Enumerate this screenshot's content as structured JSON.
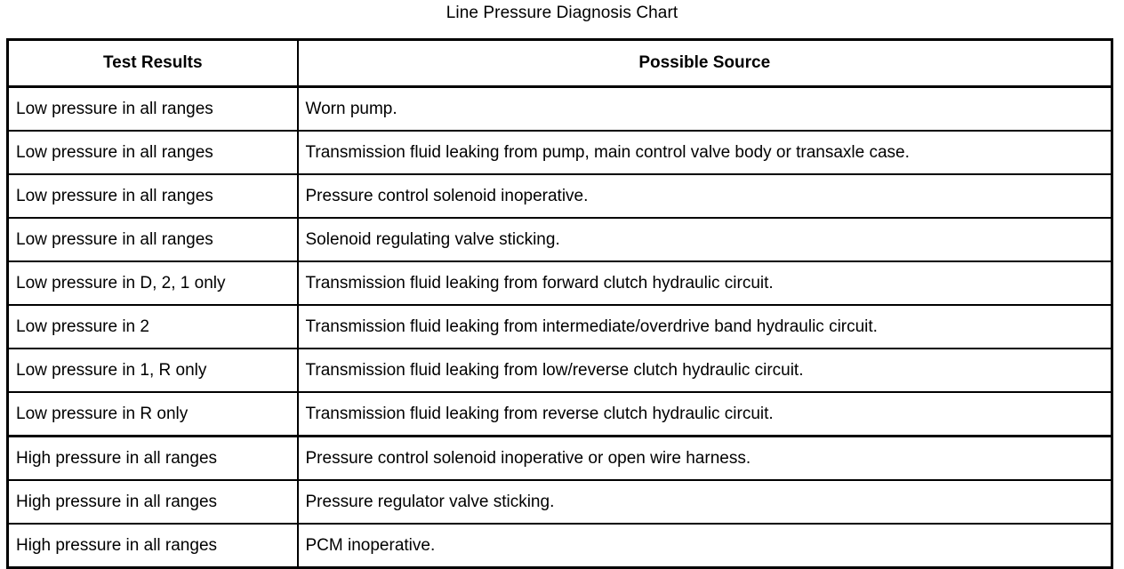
{
  "title": "Line Pressure Diagnosis Chart",
  "table": {
    "headers": {
      "test_results": "Test Results",
      "possible_source": "Possible Source"
    },
    "rows": [
      {
        "test_results": "Low pressure in all ranges",
        "possible_source": "Worn pump."
      },
      {
        "test_results": "Low pressure in all ranges",
        "possible_source": "Transmission fluid leaking from pump, main control valve body or transaxle case."
      },
      {
        "test_results": "Low pressure in all ranges",
        "possible_source": "Pressure control solenoid inoperative."
      },
      {
        "test_results": "Low pressure in all ranges",
        "possible_source": "Solenoid regulating valve sticking."
      },
      {
        "test_results": "Low pressure in D, 2, 1 only",
        "possible_source": "Transmission fluid leaking from forward clutch hydraulic circuit."
      },
      {
        "test_results": "Low pressure in 2",
        "possible_source": "Transmission fluid leaking from intermediate/overdrive band hydraulic circuit."
      },
      {
        "test_results": "Low pressure in 1, R only",
        "possible_source": "Transmission fluid leaking from low/reverse clutch hydraulic circuit."
      },
      {
        "test_results": "Low pressure in R only",
        "possible_source": "Transmission fluid leaking from reverse clutch hydraulic circuit."
      },
      {
        "test_results": "High pressure in all ranges",
        "possible_source": "Pressure control solenoid inoperative or open wire harness."
      },
      {
        "test_results": "High pressure in all ranges",
        "possible_source": "Pressure regulator valve sticking."
      },
      {
        "test_results": "High pressure in all ranges",
        "possible_source": "PCM inoperative."
      }
    ]
  },
  "style": {
    "border_color": "#000000",
    "background_color": "#ffffff",
    "text_color": "#000000"
  }
}
